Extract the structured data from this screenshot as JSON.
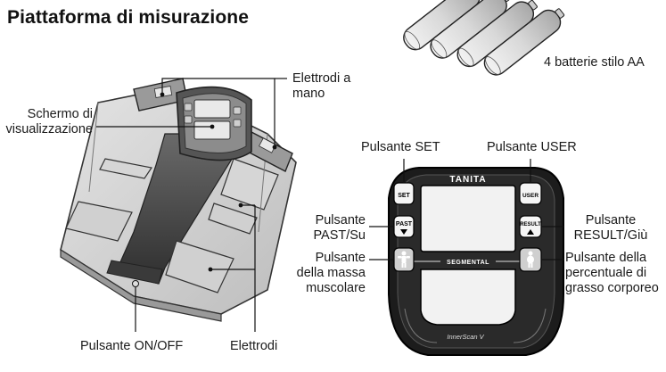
{
  "title": "Piattaforma di misurazione",
  "labels": {
    "elettrodi_mano": [
      "Elettrodi a",
      "mano"
    ],
    "schermo": [
      "Schermo di",
      "visualizzazione"
    ],
    "batterie": "4 batterie stilo AA",
    "pulsante_onoff": "Pulsante ON/OFF",
    "elettrodi": "Elettrodi",
    "pulsante_set": "Pulsante SET",
    "pulsante_user": "Pulsante USER",
    "pulsante_past": [
      "Pulsante",
      "PAST/Su"
    ],
    "pulsante_result": [
      "Pulsante",
      "RESULT/Giù"
    ],
    "pulsante_massa": [
      "Pulsante",
      "della massa",
      "muscolare"
    ],
    "pulsante_grasso": [
      "Pulsante della",
      "percentuale di",
      "grasso corporeo"
    ]
  },
  "display": {
    "brand": "TANITA",
    "set_button": "SET",
    "user_button": "USER",
    "past_button": "PAST",
    "result_button": "RESULT",
    "segmental": "SEGMENTAL",
    "model": "InnerScan V"
  }
}
